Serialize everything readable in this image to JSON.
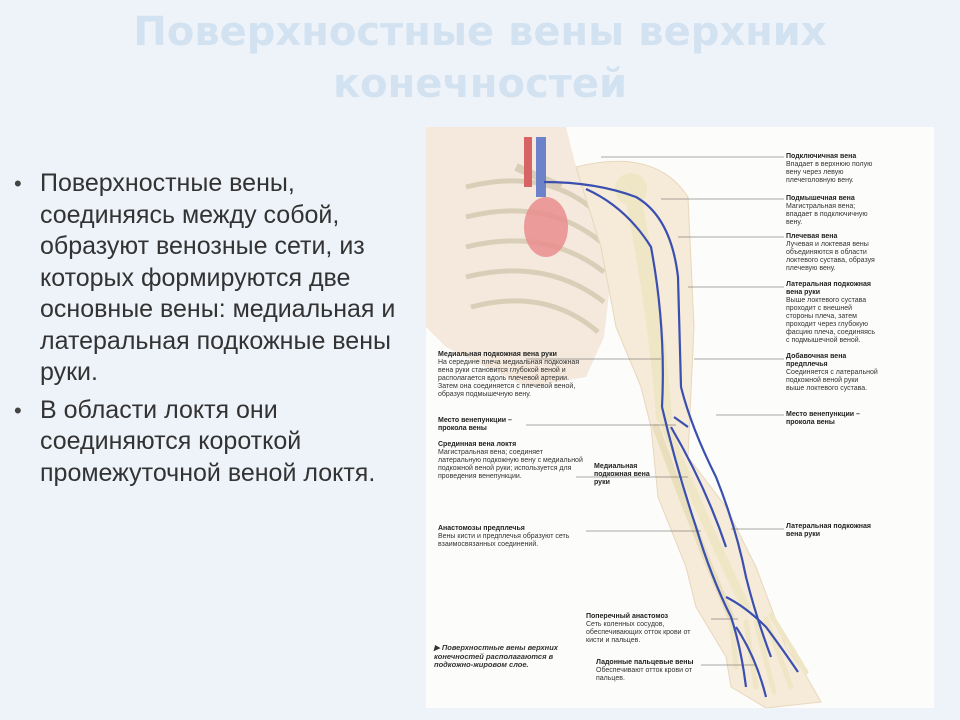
{
  "slide": {
    "title": "Поверхностные вены верхних конечностей",
    "bullets": [
      "Поверхностные вены, соединяясь между собой, образуют венозные сети, из которых формируются две основные вены: медиальная и латеральная подкожные вены руки.",
      "В области локтя они соединяются короткой промежуточной веной локтя."
    ]
  },
  "figure": {
    "labels": {
      "subclavian": {
        "title": "Подключичная вена",
        "text": "Впадает в верхнюю полую вену через левую плечеголовную вену."
      },
      "axillary": {
        "title": "Подмышечная вена",
        "text": "Магистральная вена; впадает в подключичную вену."
      },
      "brachial": {
        "title": "Плечевая вена",
        "text": "Лучевая и локтевая вены объединяются в области локтевого сустава, образуя плечевую вену."
      },
      "cephalic": {
        "title": "Латеральная подкожная вена руки",
        "text": "Выше локтевого сустава проходит с внешней стороны плеча, затем проходит через глубокую фасцию плеча, соединяясь с подмышечной веной."
      },
      "accessory": {
        "title": "Добавочная вена предплечья",
        "text": "Соединяется с латеральной подкожной веной руки выше локтевого сустава."
      },
      "venip_right": {
        "title": "Место венепункции – прокола вены",
        "text": ""
      },
      "basilic": {
        "title": "Медиальная подкожная вена руки",
        "text": "На середине плеча медиальная подкожная вена руки становится глубокой веной и располагается вдоль плечевой артерии. Затем она соединяется с плечевой веной, образуя подмышечную вену."
      },
      "venip_left": {
        "title": "Место венепункции – прокола вены",
        "text": ""
      },
      "median_cubital": {
        "title": "Срединная вена локтя",
        "text": "Магистральная вена; соединяет латеральную подкожную вену с медиальной подкожной веной руки; используется для проведения венепункции."
      },
      "medial_short": {
        "title": "Медиальная подкожная вена руки",
        "text": ""
      },
      "anastomoses": {
        "title": "Анастомозы предплечья",
        "text": "Вены кисти и предплечья образуют сеть взаимосвязанных соединений."
      },
      "lateral_short": {
        "title": "Латеральная подкожная вена руки",
        "text": ""
      },
      "transverse": {
        "title": "Поперечный анастомоз",
        "text": "Сеть коленных сосудов, обеспечивающих отток крови от кисти и пальцев."
      },
      "digital": {
        "title": "Ладонные пальцевые вены",
        "text": "Обеспечивают отток крови от пальцев."
      }
    },
    "caption": "Поверхностные вены верхних конечностей располагаются в подкожно-жировом слое.",
    "colors": {
      "vein": "#3a4fb0",
      "bone": "#efe6c6",
      "skin": "#f6ead8"
    }
  }
}
